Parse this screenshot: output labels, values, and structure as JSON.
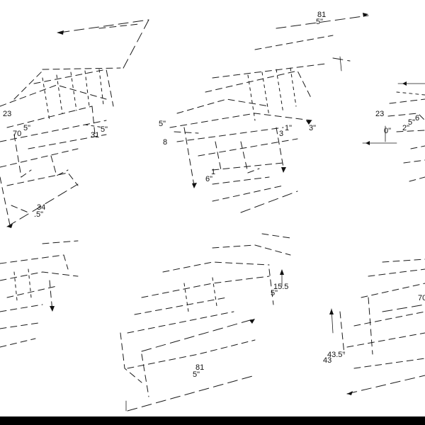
{
  "views": [
    {
      "id": "view-1",
      "labels": [
        "5\"",
        "70",
        "31",
        "5\"",
        "34",
        ".5\"",
        "23"
      ]
    },
    {
      "id": "view-2",
      "labels": [
        "81",
        "5\"",
        "5\"",
        "8",
        "6\"",
        "1",
        "1\"",
        "3",
        "3\""
      ]
    },
    {
      "id": "view-3",
      "labels": [
        "23",
        "2\"",
        "6",
        "5\"",
        "0\""
      ]
    },
    {
      "id": "view-4",
      "labels": []
    },
    {
      "id": "view-5",
      "labels": [
        "15.5",
        "5\"",
        "81",
        "5\""
      ]
    },
    {
      "id": "view-6",
      "labels": [
        "70",
        "43.5\"",
        "43"
      ]
    }
  ]
}
